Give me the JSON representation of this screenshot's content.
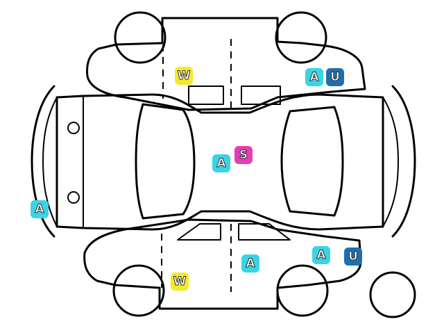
{
  "badge_colors": {
    "A": "#39d4e6",
    "U": "#1f6fb0",
    "S": "#e33fb5",
    "W": "#f2ea2a"
  },
  "badges": [
    {
      "id": "front-fender-right-w",
      "code": "W"
    },
    {
      "id": "rear-fender-right-a",
      "code": "A"
    },
    {
      "id": "rear-fender-right-u",
      "code": "U"
    },
    {
      "id": "roof-a",
      "code": "A"
    },
    {
      "id": "roof-s",
      "code": "S"
    },
    {
      "id": "front-bumper-a",
      "code": "A"
    },
    {
      "id": "rear-door-left-a",
      "code": "A"
    },
    {
      "id": "rear-fender-left-a",
      "code": "A"
    },
    {
      "id": "rear-fender-left-u",
      "code": "U"
    },
    {
      "id": "front-fender-left-w",
      "code": "W"
    }
  ]
}
